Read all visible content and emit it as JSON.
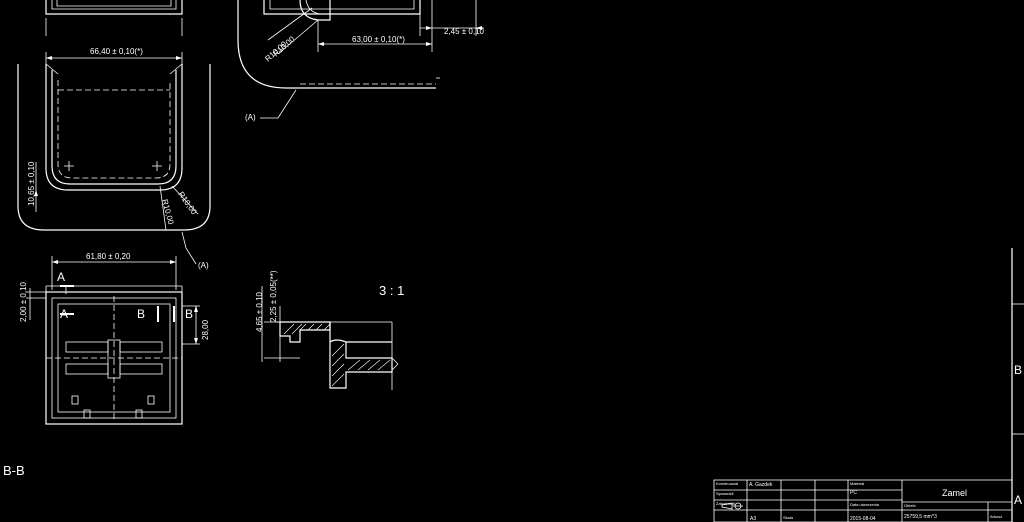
{
  "dimensions": {
    "d_2_45": "2,45 ± 0,10",
    "d_63_00": "63,00 ± 0,10(*)",
    "r_a1": "R10,00",
    "r_a2": "R10,00",
    "ref_a_top": "(A)",
    "d_66_40": "66,40 ± 0,10(*)",
    "d_10_65": "10,65 ± 0,10",
    "r_b1": "R10,00",
    "r_b2": "R10,00",
    "d_61_80": "61,80 ± 0,20",
    "ref_a_mid": "(A)",
    "d_2_00": "2,00 ± 0,10",
    "d_28_00": "28,00",
    "d_4_65": "4,65 ± 0,10",
    "d_2_25": "2,25 ± 0,05(**)"
  },
  "section_marks": {
    "a_top": "A",
    "a_bottom": "A",
    "b_left": "B",
    "b_right": "B"
  },
  "view_labels": {
    "detail_scale": "3 : 1",
    "section_bb": "B-B"
  },
  "frame": {
    "zone_b": "B",
    "zone_a": "A"
  },
  "title_block": {
    "designer_label": "Konstruował",
    "designer": "A. Gazdek",
    "checked_label": "Sprawdził",
    "approved_label": "Zatwierdził",
    "material_label": "Materiał",
    "material": "PC",
    "title": "Zamel",
    "drawing_date_label": "Data utworzenia",
    "date": "2015-08-04",
    "object_label": "Obiekt",
    "volume": "25759,5 mm^3",
    "sheet_label": "Arkusz",
    "format": "A3",
    "scale_label": "Skala"
  }
}
